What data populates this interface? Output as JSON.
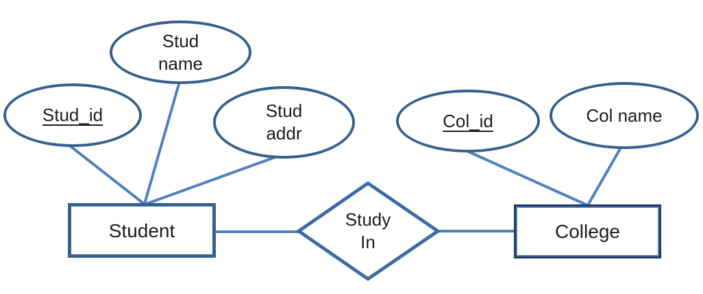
{
  "colors": {
    "shape_border": "#35618E",
    "entity2_border": "#1F3864",
    "diamond_border": "#3D6CA5",
    "connector": "#4F81BD",
    "text": "#1C1C1C",
    "background": "#FFFFFF"
  },
  "entities": {
    "student": {
      "label": "Student"
    },
    "college": {
      "label": "College"
    }
  },
  "relationship": {
    "line1": "Study",
    "line2": "In"
  },
  "attributes": {
    "stud_id": {
      "label": "Stud_id",
      "key": true
    },
    "stud_name": {
      "line1": "Stud",
      "line2": "name"
    },
    "stud_addr": {
      "line1": "Stud",
      "line2": "addr"
    },
    "col_id": {
      "label": "Col_id",
      "key": true
    },
    "col_name": {
      "label": "Col name"
    }
  }
}
